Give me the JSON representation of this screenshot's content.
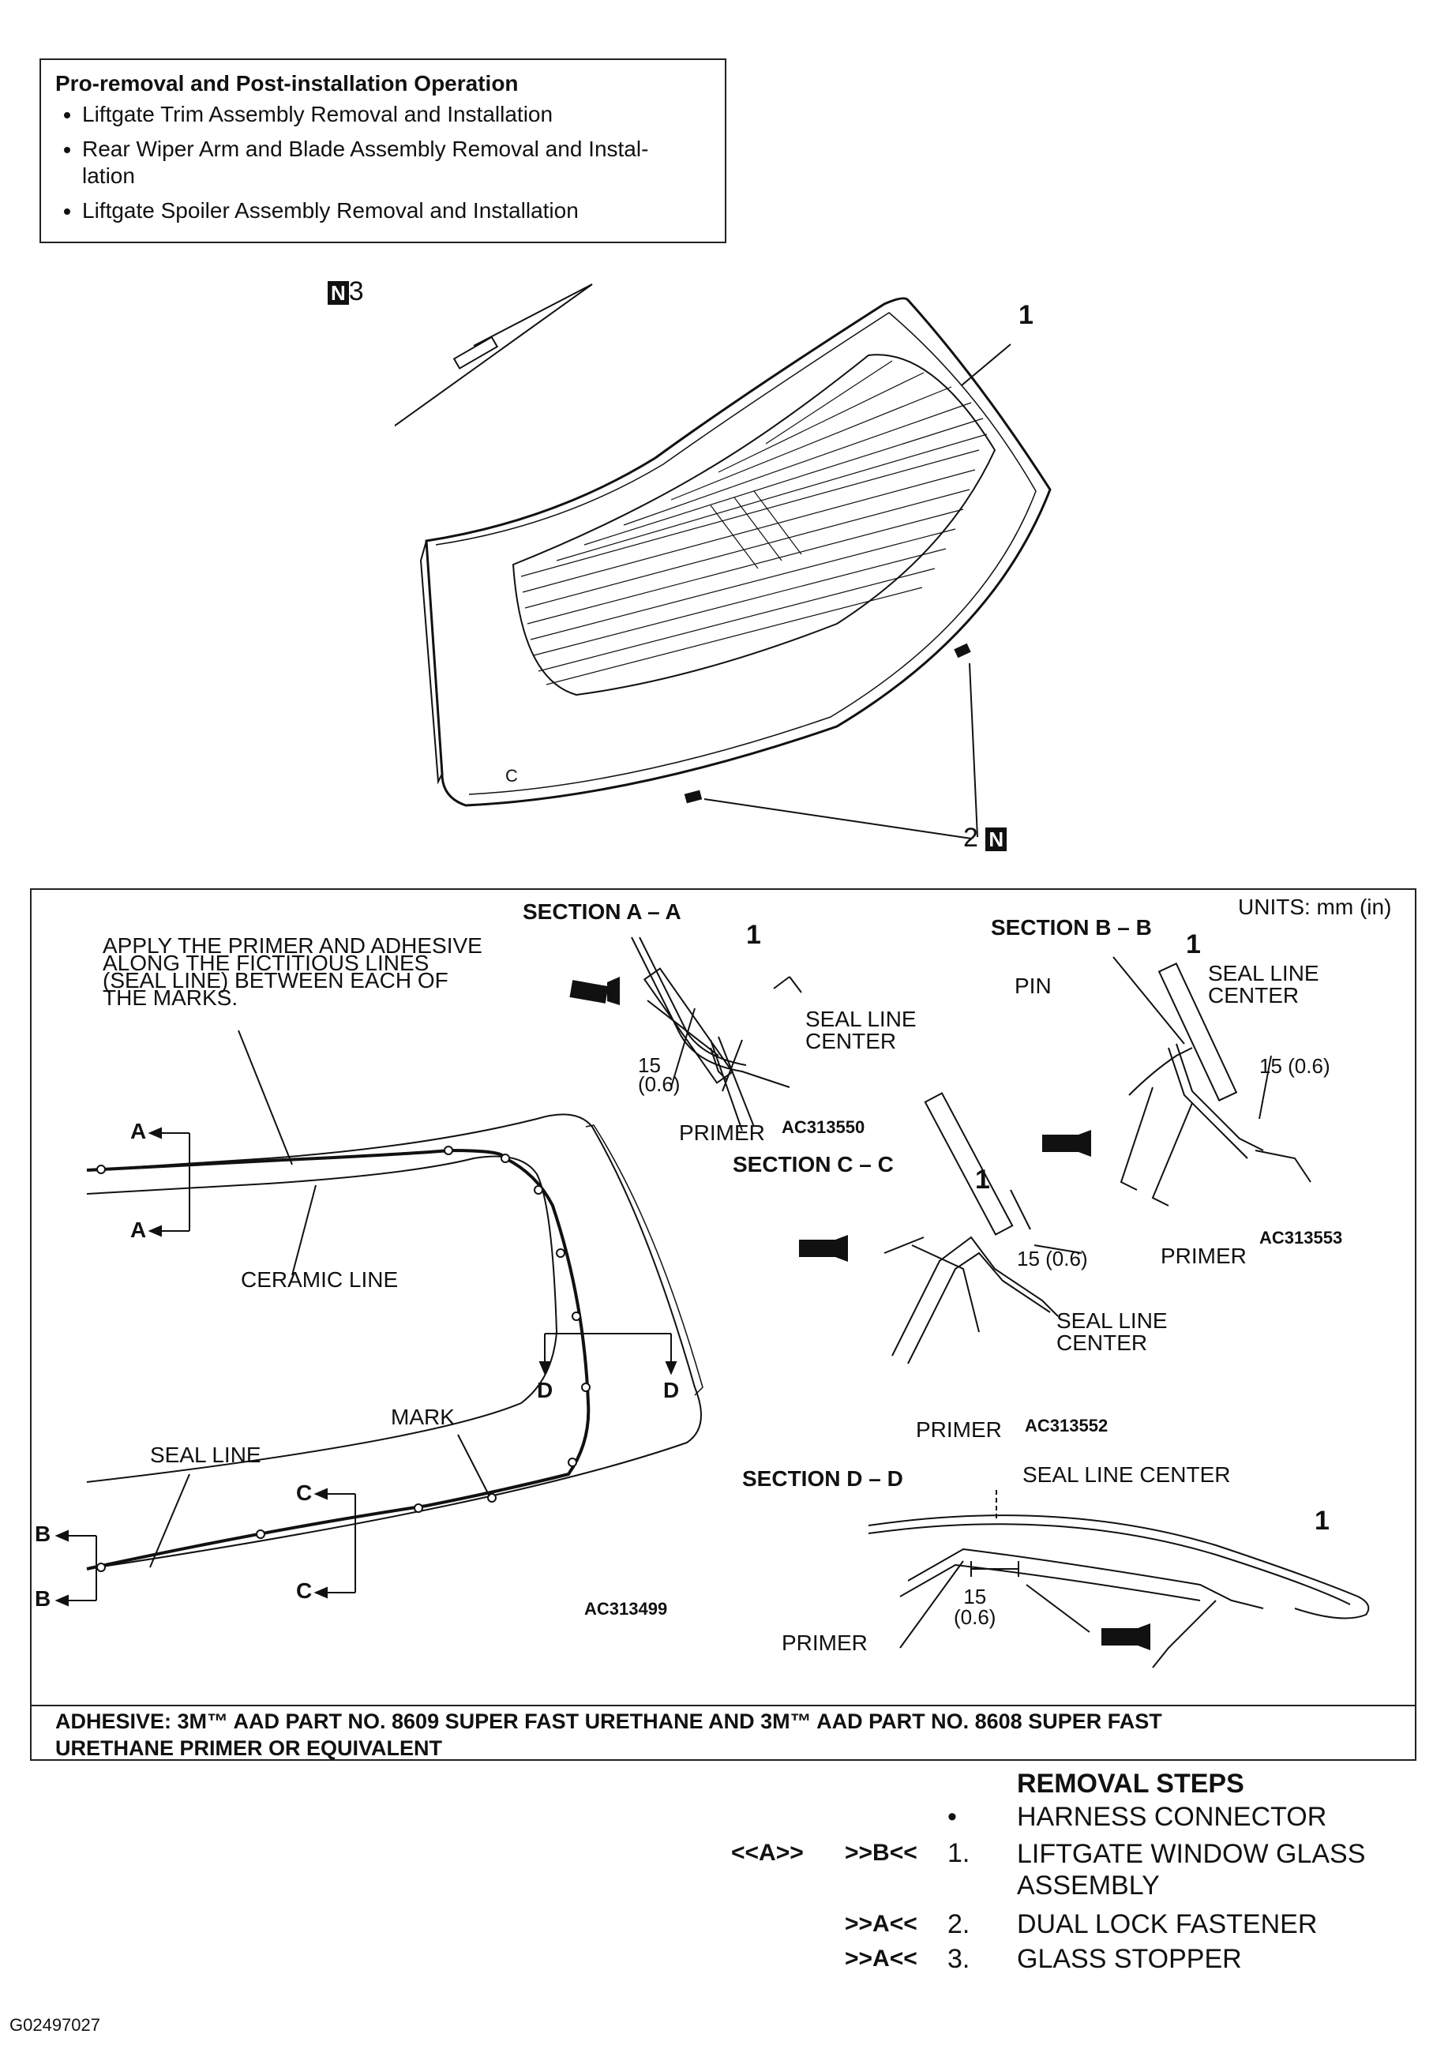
{
  "pre_box": {
    "title": "Pro-removal and Post-installation Operation",
    "items": [
      "Liftgate Trim Assembly Removal and Installation",
      "Rear Wiper Arm and Blade Assembly Removal and Instal-\nlation",
      "Liftgate Spoiler Assembly Removal and Installation"
    ]
  },
  "figure1": {
    "callout_1": "1",
    "callout_2": "2",
    "callout_3": "3",
    "n_mark": "N",
    "glass_mark": "C"
  },
  "detail": {
    "units": "UNITS: mm (in)",
    "apply_note": "APPLY THE PRIMER AND ADHESIVE\nALONG THE FICTITIOUS LINES\n(SEAL LINE) BETWEEN EACH OF\nTHE MARKS.",
    "ceramic_line": "CERAMIC LINE",
    "seal_line": "SEAL LINE",
    "mark": "MARK",
    "code_main": "AC313499",
    "section_letters": {
      "a": "A",
      "b": "B",
      "c": "C",
      "d": "D"
    },
    "section_a": {
      "title": "SECTION A – A",
      "callout": "1",
      "seal": "SEAL LINE\nCENTER",
      "dim": "15\n(0.6)",
      "primer": "PRIMER",
      "code": "AC313550"
    },
    "section_b": {
      "title": "SECTION B – B",
      "callout": "1",
      "pin": "PIN",
      "seal": "SEAL LINE\nCENTER",
      "dim": "15 (0.6)",
      "primer": "PRIMER",
      "code": "AC313553"
    },
    "section_c": {
      "title": "SECTION C – C",
      "callout": "1",
      "seal": "SEAL LINE\nCENTER",
      "dim": "15 (0.6)",
      "primer": "PRIMER",
      "code": "AC313552"
    },
    "section_d": {
      "title": "SECTION D – D",
      "callout": "1",
      "seal": "SEAL LINE CENTER",
      "dim": "15\n(0.6)",
      "primer": "PRIMER"
    },
    "adhesive": "ADHESIVE: 3M™ AAD PART NO. 8609 SUPER FAST URETHANE AND 3M™ AAD PART NO. 8608 SUPER FAST\nURETHANE PRIMER OR EQUIVALENT"
  },
  "removal_steps": {
    "title": "REMOVAL STEPS",
    "rows": [
      {
        "ref1": "",
        "ref2": "",
        "num": "•",
        "text": "HARNESS CONNECTOR"
      },
      {
        "ref1": "<<A>>",
        "ref2": ">>B<<",
        "num": "1.",
        "text": "LIFTGATE WINDOW GLASS\nASSEMBLY"
      },
      {
        "ref1": "",
        "ref2": ">>A<<",
        "num": "2.",
        "text": "DUAL LOCK FASTENER"
      },
      {
        "ref1": "",
        "ref2": ">>A<<",
        "num": "3.",
        "text": "GLASS STOPPER"
      }
    ]
  },
  "figure_code": "G02497027"
}
